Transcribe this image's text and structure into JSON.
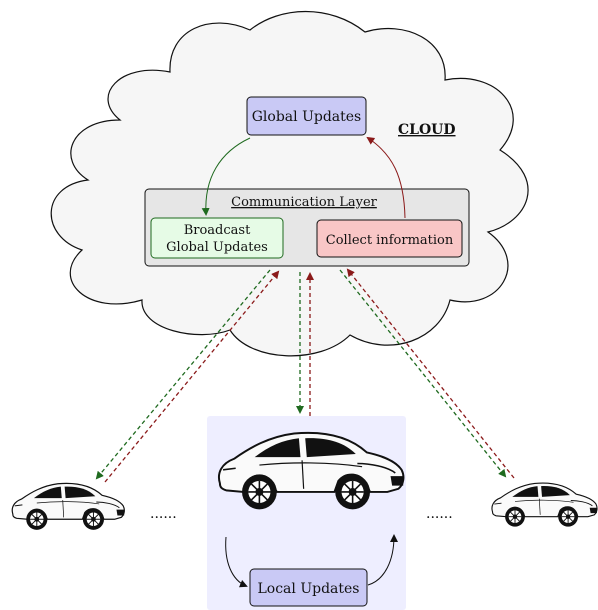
{
  "cloud": {
    "label": "CLOUD"
  },
  "global_updates": {
    "label": "Global Updates"
  },
  "communication_layer": {
    "label": "Communication Layer"
  },
  "broadcast": {
    "line1": "Broadcast",
    "line2": "Global Updates"
  },
  "collect": {
    "label": "Collect information"
  },
  "local_updates": {
    "label": "Local Updates"
  },
  "ellipsis": {
    "left": "......",
    "right": "......"
  },
  "colors": {
    "downlink_green": "#1f6a1f",
    "uplink_red": "#8b1a1a",
    "global_fill": "#c9c9f5",
    "broadcast_fill": "#e6fbe6",
    "collect_fill": "#f9c6c6",
    "layer_fill": "#e6e6e6",
    "local_panel": "#eeeeff"
  }
}
